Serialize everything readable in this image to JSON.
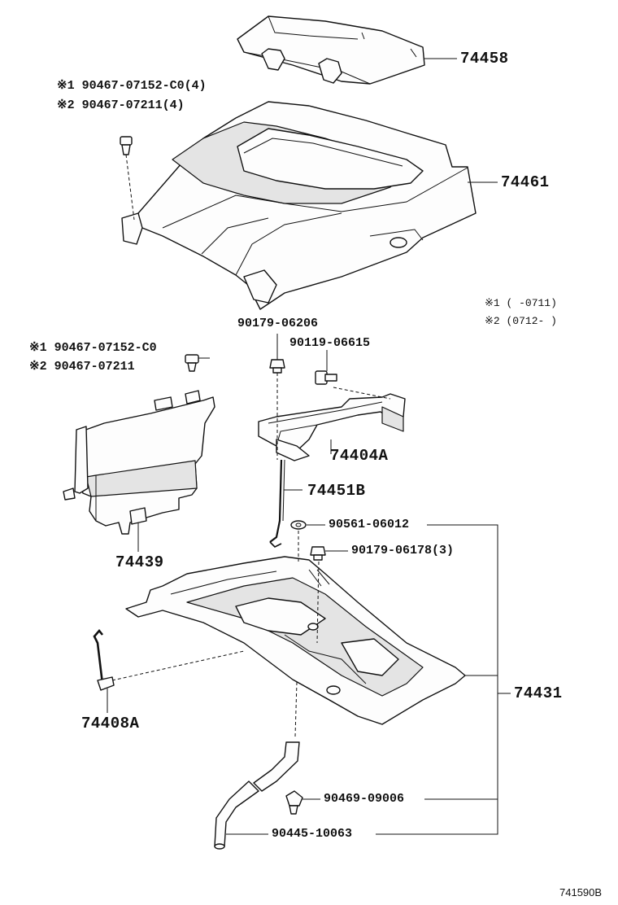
{
  "callouts": {
    "p74458": "74458",
    "p74461": "74461",
    "clip_top_1": "※1 90467-07152-C0(4)",
    "clip_top_2": "※2 90467-07211(4)",
    "note_1": "※1 (    -0711)",
    "note_2": "※2 (0712-    )",
    "p90179_06206": "90179-06206",
    "p90119_06615": "90119-06615",
    "clip_left_1": "※1 90467-07152-C0",
    "clip_left_2": "※2 90467-07211",
    "p74404A": "74404A",
    "p74451B": "74451B",
    "p90561_06012": "90561-06012",
    "p74439": "74439",
    "p90179_06178": "90179-06178(3)",
    "p74431": "74431",
    "p74408A": "74408A",
    "p90469_09006": "90469-09006",
    "p90445_10063": "90445-10063",
    "figure_id": "741590B"
  }
}
